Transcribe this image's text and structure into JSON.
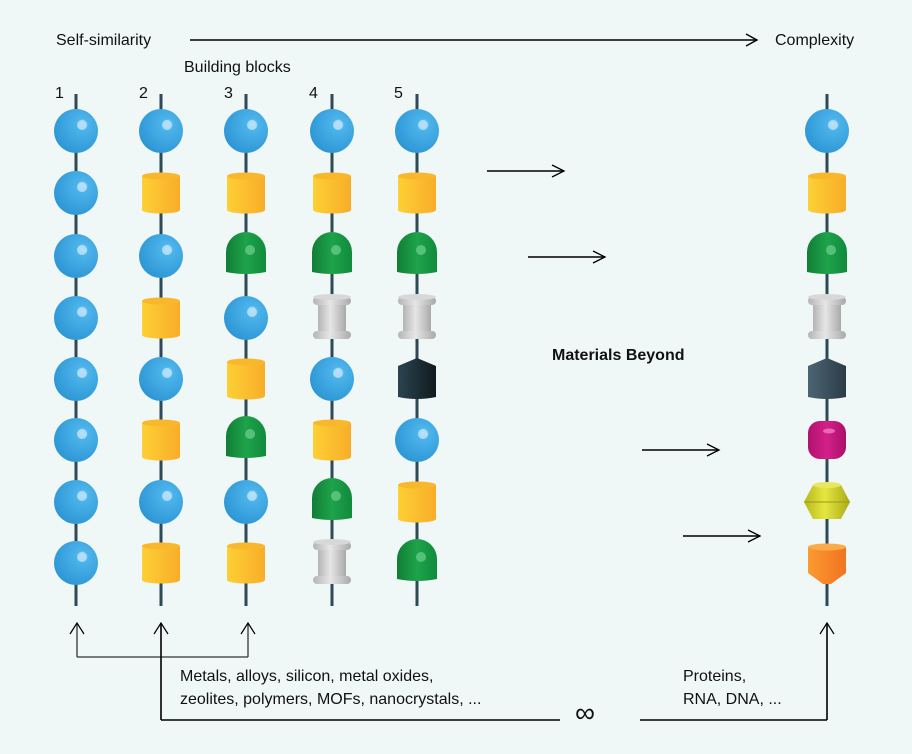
{
  "header": {
    "left_label": "Self-similarity",
    "right_label": "Complexity",
    "building_blocks_label": "Building blocks"
  },
  "column_numbers": [
    "1",
    "2",
    "3",
    "4",
    "5"
  ],
  "center_label": "Materials Beyond",
  "bottom": {
    "left_text_line1": "Metals, alloys, silicon, metal oxides,",
    "left_text_line2": "zeolites, polymers, MOFs, nanocrystals, ...",
    "infinity_symbol": "∞",
    "right_text_line1": "Proteins,",
    "right_text_line2": "RNA, DNA, ..."
  },
  "colors": {
    "background": "#eff7f7",
    "blue_sphere": "#3aa6e0",
    "yellow_cylinder": "#fbbd2a",
    "green_dome": "#1a9a44",
    "gray_spool": "#c8c8c8",
    "dark_cylinder": "#1d2c33",
    "slate_cylinder": "#3c5260",
    "magenta_barrel": "#c8187f",
    "olive_bicone": "#cfd02a",
    "orange_cone": "#f78a2a",
    "string": "#2e4a56"
  },
  "chains": [
    {
      "name": "chain-1",
      "beads": [
        "sphere",
        "sphere",
        "sphere",
        "sphere",
        "sphere",
        "sphere",
        "sphere",
        "sphere"
      ]
    },
    {
      "name": "chain-2",
      "beads": [
        "sphere",
        "cylinder",
        "sphere",
        "cylinder",
        "sphere",
        "cylinder",
        "sphere",
        "cylinder"
      ]
    },
    {
      "name": "chain-3",
      "beads": [
        "sphere",
        "cylinder",
        "dome",
        "sphere",
        "cylinder",
        "dome",
        "sphere",
        "cylinder"
      ]
    },
    {
      "name": "chain-4",
      "beads": [
        "sphere",
        "cylinder",
        "dome",
        "spool",
        "sphere",
        "cylinder",
        "dome",
        "spool"
      ]
    },
    {
      "name": "chain-5",
      "beads": [
        "sphere",
        "cylinder",
        "dome",
        "spool",
        "dark",
        "sphere",
        "cylinder",
        "dome"
      ]
    },
    {
      "name": "chain-complex",
      "beads": [
        "sphere",
        "cylinder",
        "dome",
        "spool",
        "slate",
        "magenta",
        "bicone",
        "orange"
      ]
    }
  ]
}
